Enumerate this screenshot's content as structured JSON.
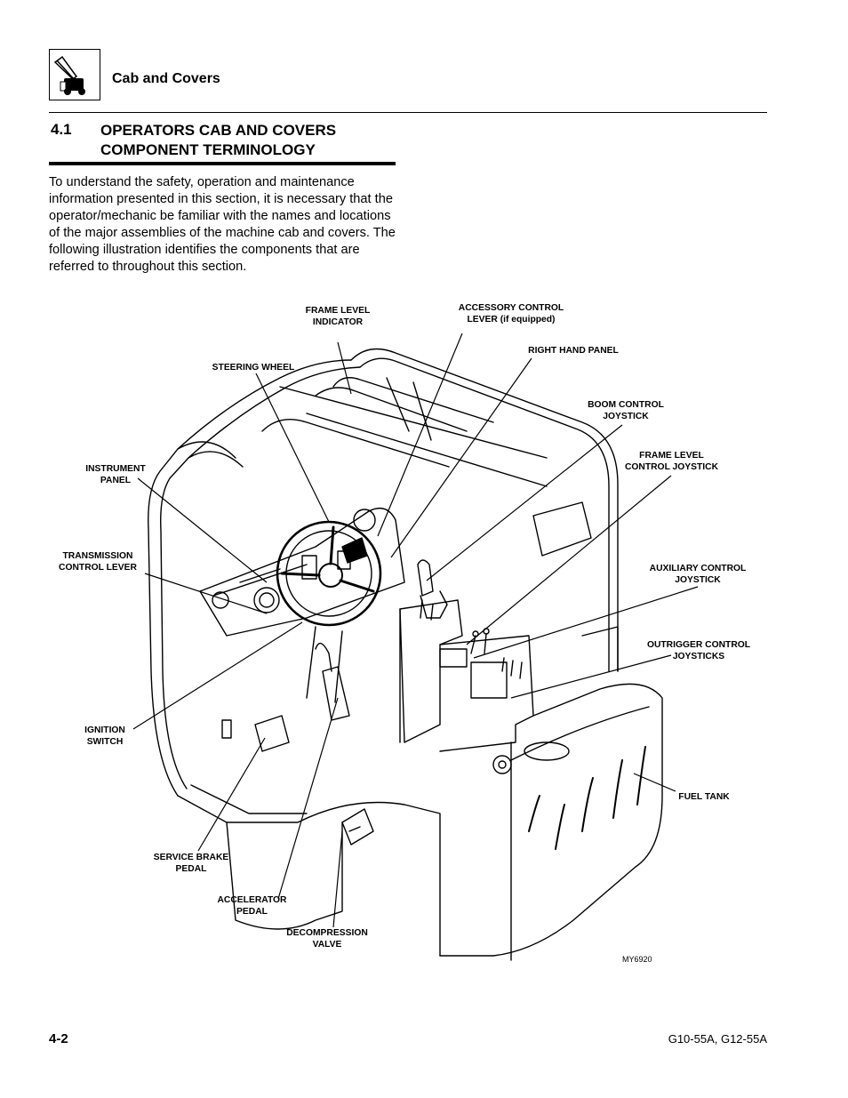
{
  "header": {
    "section_title": "Cab and Covers",
    "icon": "telehandler-machine-icon"
  },
  "section": {
    "number": "4.1",
    "title_line1": "OPERATORS CAB AND COVERS",
    "title_line2": "COMPONENT TERMINOLOGY"
  },
  "intro_text": "To understand the safety, operation and maintenance information presented in this section, it is necessary that the operator/mechanic be familiar with the names and locations of the major assemblies of the machine cab and covers. The following illustration identifies the components that are referred to throughout this section.",
  "figure": {
    "id": "MY6920",
    "labels": {
      "frame_level_indicator": "FRAME LEVEL\nINDICATOR",
      "accessory_control_lever": "ACCESSORY CONTROL\nLEVER (if equipped)",
      "right_hand_panel": "RIGHT HAND PANEL",
      "steering_wheel": "STEERING WHEEL",
      "boom_control_joystick": "BOOM CONTROL\nJOYSTICK",
      "frame_level_control_joystick": "FRAME LEVEL\nCONTROL JOYSTICK",
      "instrument_panel": "INSTRUMENT\nPANEL",
      "transmission_control_lever": "TRANSMISSION\nCONTROL LEVER",
      "auxiliary_control_joystick": "AUXILIARY CONTROL\nJOYSTICK",
      "outrigger_control_joysticks": "OUTRIGGER CONTROL\nJOYSTICKS",
      "ignition_switch": "IGNITION\nSWITCH",
      "fuel_tank": "FUEL TANK",
      "service_brake_pedal": "SERVICE BRAKE\nPEDAL",
      "accelerator_pedal": "ACCELERATOR\nPEDAL",
      "decompression_valve": "DECOMPRESSION\nVALVE"
    }
  },
  "footer": {
    "page_number": "4-2",
    "models": "G10-55A, G12-55A"
  }
}
